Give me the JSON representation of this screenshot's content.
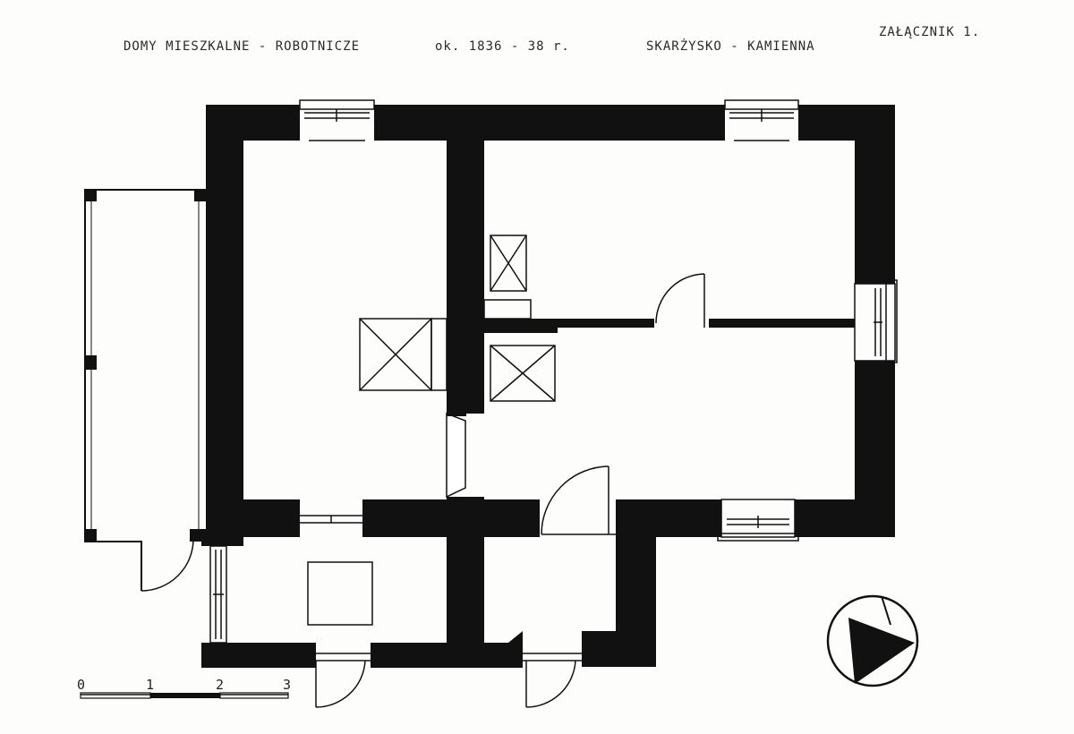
{
  "header": {
    "title_left": "DOMY MIESZKALNE - ROBOTNICZE",
    "date": "ok. 1836 - 38 r.",
    "place": "SKARŻYSKO - KAMIENNA",
    "annex": "ZAŁĄCZNIK 1."
  },
  "scale_bar": {
    "labels": [
      "0",
      "1",
      "2",
      "3"
    ],
    "unit": ""
  },
  "colors": {
    "wall": "#111111",
    "paper": "#fdfdfc",
    "ink": "#222222"
  },
  "icons": {
    "north_arrow": "north-arrow-icon"
  }
}
